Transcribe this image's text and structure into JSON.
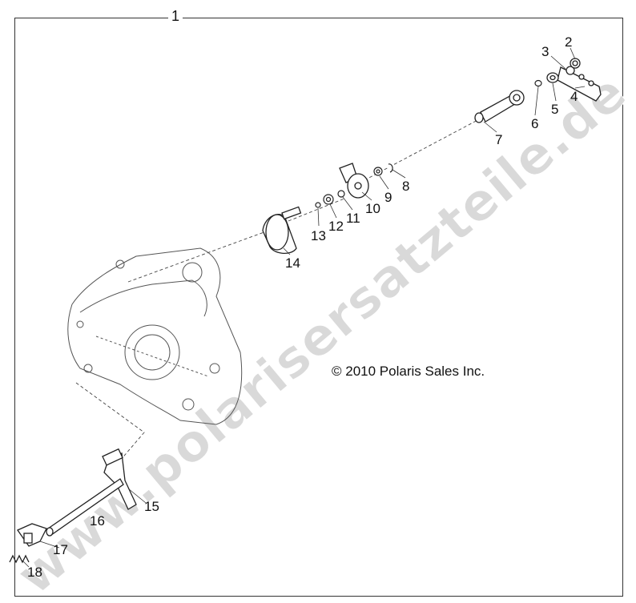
{
  "diagram": {
    "assembly_number": "1",
    "copyright": "© 2010 Polaris Sales Inc.",
    "watermark": "www.polarisersatzteile.de",
    "callouts": [
      "2",
      "3",
      "4",
      "5",
      "6",
      "7",
      "8",
      "9",
      "10",
      "11",
      "12",
      "13",
      "14",
      "15",
      "16",
      "17",
      "18"
    ]
  }
}
